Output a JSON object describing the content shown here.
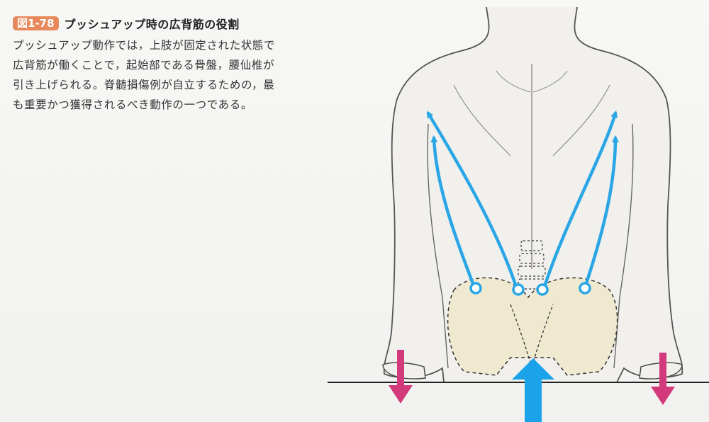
{
  "figure": {
    "number": "図1-78",
    "title": "プッシュアップ時の広背筋の役割",
    "body": "プッシュアップ動作では，上肢が固定された状態で広背筋が働くことで，起始部である骨盤，腰仙椎が引き上げられる。脊髄損傷例が自立するための，最も重要かつ獲得されるべき動作の一つである。"
  },
  "colors": {
    "badge": "#e8895d",
    "muscle_arrow": "#2aa6e6",
    "reaction_arrow": "#d23a7c",
    "push_arrow": "#1aa3e8"
  }
}
